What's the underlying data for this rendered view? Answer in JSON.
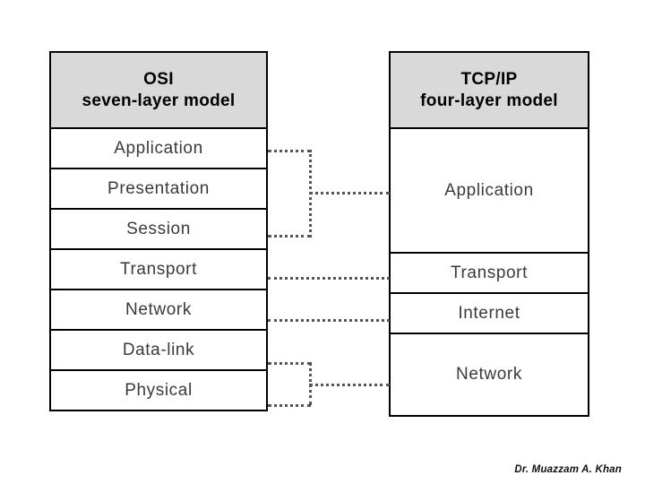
{
  "diagram": {
    "osi": {
      "header": {
        "line1": "OSI",
        "line2": "seven-layer model"
      },
      "layers": [
        {
          "label": "Application"
        },
        {
          "label": "Presentation"
        },
        {
          "label": "Session"
        },
        {
          "label": "Transport"
        },
        {
          "label": "Network"
        },
        {
          "label": "Data-link"
        },
        {
          "label": "Physical"
        }
      ]
    },
    "tcp": {
      "header": {
        "line1": "TCP/IP",
        "line2": "four-layer model"
      },
      "layers": [
        {
          "label": "Application"
        },
        {
          "label": "Transport"
        },
        {
          "label": "Internet"
        },
        {
          "label": "Network"
        }
      ]
    },
    "credit": "Dr. Muazzam A. Khan",
    "colors": {
      "header_fill": "#d9d9d9",
      "box_fill": "#ffffff",
      "border": "#000000",
      "text": "#3a3a3a",
      "connector": "#555555"
    }
  }
}
